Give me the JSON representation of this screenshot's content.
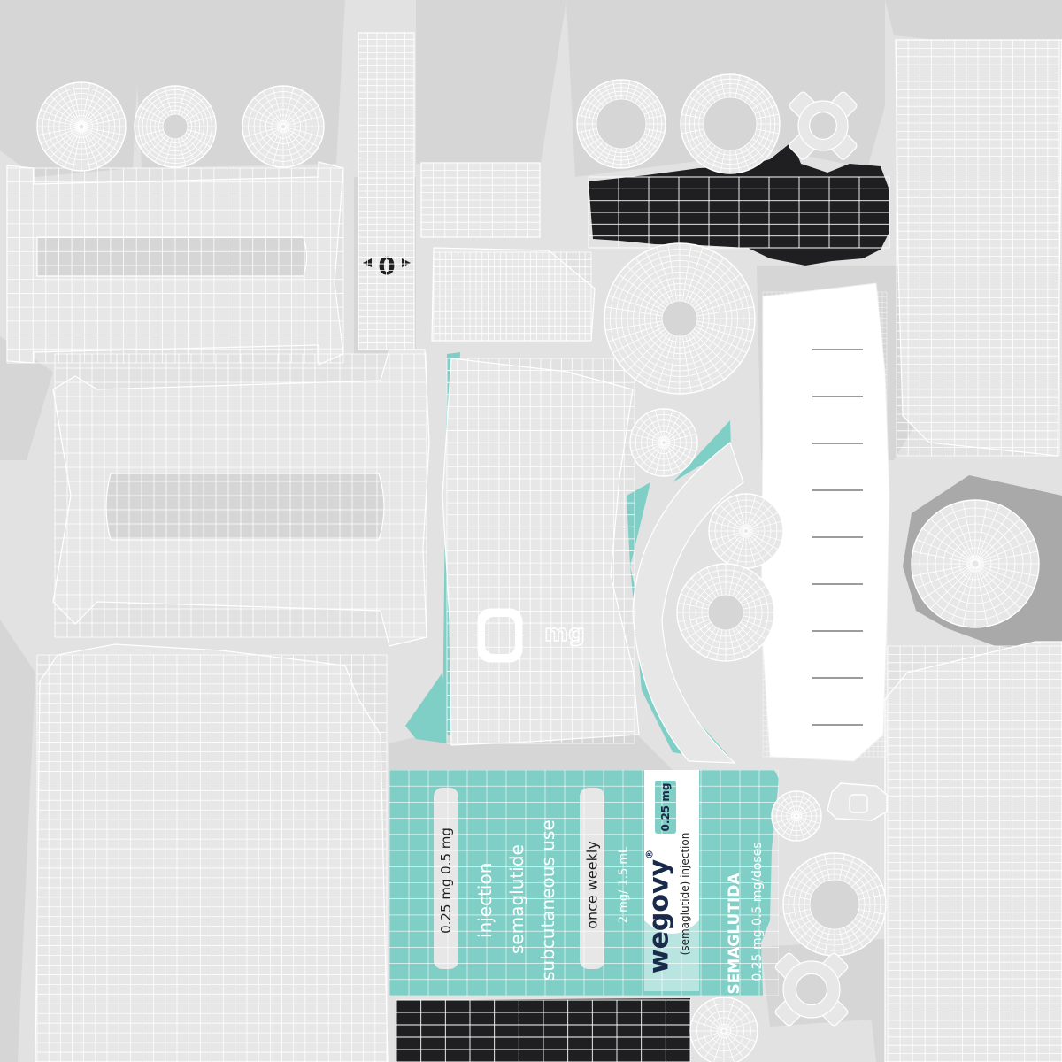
{
  "colors": {
    "background": "#e2e2e3",
    "island": "#d6d6d7",
    "wire": "#ffffff",
    "teal": "#7fcfc6",
    "dark": "#1f1f21",
    "grey_disc": "#a9a9aa"
  },
  "marker_text": "0",
  "cylinder_text": "mg",
  "label": {
    "dose_box": "0.25 mg 0.5 mg",
    "line1": "injection",
    "line2": "semaglutide",
    "line3": "subcutaneous use",
    "frequency": "once weekly",
    "volume": "2 mg/ 1.5 mL",
    "brand": "wegovy",
    "brand_mark": "®",
    "brand_sub": "(semaglutide) injection",
    "badge": "0.25 mg",
    "drug_name": "SEMAGLUTIDA",
    "dose_line": "0.25 mg 0.5 mg/doses"
  }
}
